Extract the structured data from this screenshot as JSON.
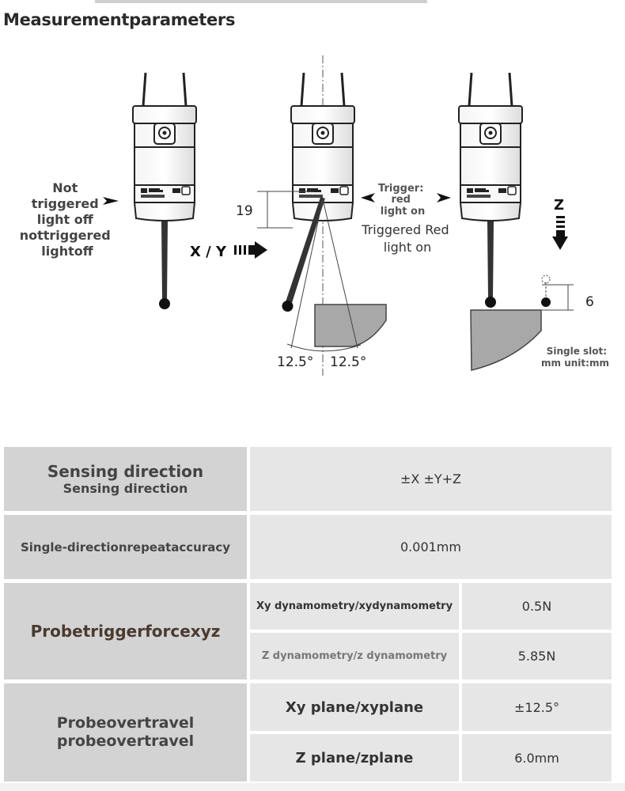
{
  "title": "Measurementparameters",
  "diagram": {
    "left_label_lines": [
      "Not",
      "triggered",
      "light off",
      "nottriggered",
      "lightoff"
    ],
    "xy_label": "X / Y",
    "dim_19": "19",
    "angle_left": "12.5°",
    "angle_right": "12.5°",
    "trigger_small_lines": [
      "Trigger:",
      "red",
      "light on"
    ],
    "trigger_big_lines": [
      "Triggered Red",
      "light on"
    ],
    "z_label": "Z",
    "dim_6": "6",
    "unit_lines": [
      "Single slot:",
      "mm unit:mm"
    ]
  },
  "table": {
    "sensing": {
      "label": "Sensing direction",
      "sublabel": "Sensing direction",
      "value": "±X ±Y+Z"
    },
    "repeat": {
      "label": "Single-directionrepeataccuracy",
      "value": "0.001mm"
    },
    "force": {
      "label": "Probetriggerforcexyz",
      "rows": [
        {
          "label": "Xy dynamometry/xydynamometry",
          "value": "0.5N"
        },
        {
          "label": "Z dynamometry/z dynamometry",
          "value": "5.85N"
        }
      ]
    },
    "overtravel": {
      "label_lines": [
        "Probeovertravel",
        "probeovertravel"
      ],
      "rows": [
        {
          "label": "Xy plane/xyplane",
          "value": "±12.5°"
        },
        {
          "label": "Z plane/zplane",
          "value": "6.0mm"
        }
      ]
    }
  }
}
